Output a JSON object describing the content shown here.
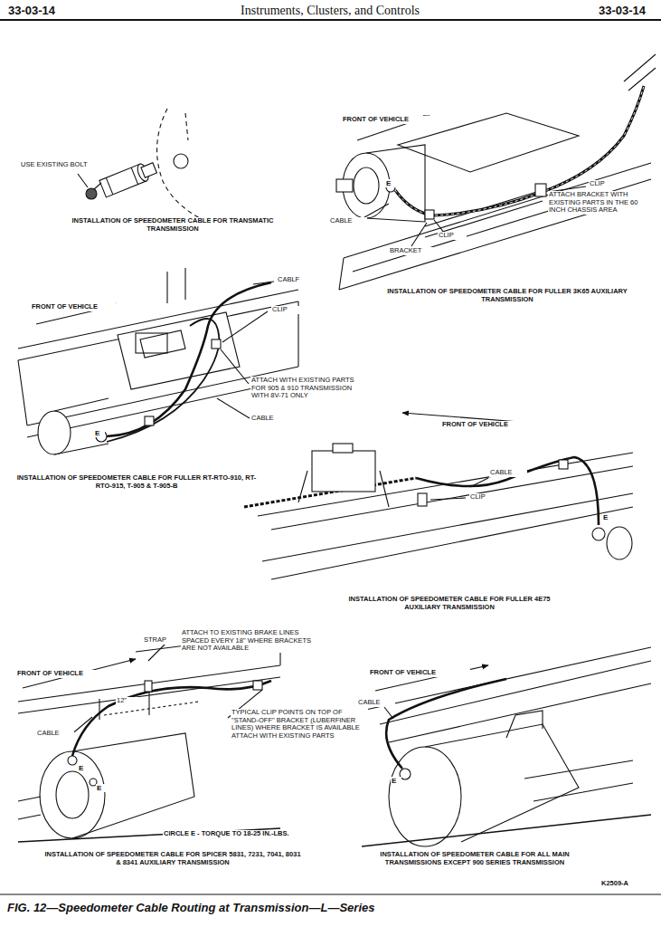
{
  "diagram": {
    "title": "Instruments, Clusters, and Controls",
    "caption": "FIG. 12—Speedometer Cable Routing at Transmission—L—Series",
    "labels": [
      "33-03-14",
      "33-03-14",
      "USE EXISTING BOLT",
      "INSTALLATION OF SPEEDOMETER CABLE FOR TRANSMATIC TRANSMISSION",
      "FRONT OF VEHICLE",
      "E",
      "CABLE",
      "BRACKET",
      "CLIP",
      "CLIP",
      "ATTACH BRACKET WITH EXISTING PARTS IN THE 60 INCH CHASSIS AREA",
      "INSTALLATION OF SPEEDOMETER CABLE FOR FULLER 3K65 AUXILIARY TRANSMISSION",
      "CABLF",
      "FRONT OF VEHICLE",
      "CLIP",
      "ATTACH WITH EXISTING PARTS FOR 905 & 910 TRANSMISSION WITH 8V-71 ONLY",
      "CABLE",
      "E",
      "INSTALLATION OF SPEEDOMETER CABLE FOR FULLER RT-RTO-910, RT-RTO-915, T-905 & T-905-B",
      "FRONT OF VEHICLE",
      "CABLE",
      "CLIP",
      "E",
      "INSTALLATION OF SPEEDOMETER CABLE FOR FULLER 4E75 AUXILIARY TRANSMISSION",
      "STRAP",
      "ATTACH TO EXISTING BRAKE LINES SPACED EVERY 18\" WHERE BRACKETS ARE NOT AVAILABLE",
      "FRONT OF VEHICLE",
      "12\"",
      "CABLE",
      "TYPICAL CLIP POINTS ON TOP OF \"STAND-OFF\" BRACKET (LUBERFINER LINES) WHERE BRACKET IS AVAILABLE ATTACH WITH EXISTING PARTS",
      "E",
      "E",
      "CIRCLE E - TORQUE TO 18-25 IN.-LBS.",
      "INSTALLATION OF SPEEDOMETER CABLE FOR SPICER 5831, 7231, 7041, 8031 & 8341 AUXILIARY TRANSMISSION",
      "FRONT OF VEHICLE",
      "CABLE",
      "E",
      "INSTALLATION OF SPEEDOMETER CABLE FOR ALL MAIN TRANSMISSIONS EXCEPT 900 SERIES TRANSMISSION",
      "K2509-A"
    ]
  }
}
